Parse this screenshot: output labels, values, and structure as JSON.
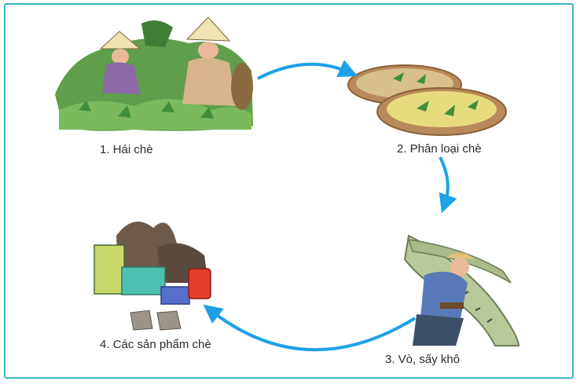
{
  "steps": [
    {
      "label": "1. Hái chè",
      "icon": "tea-picking-illustration"
    },
    {
      "label": "2. Phân loại chè",
      "icon": "tea-sorting-baskets-illustration"
    },
    {
      "label": "3. Vò, sấy khô",
      "icon": "tea-rolling-drying-illustration"
    },
    {
      "label": "4. Các sản phẩm chè",
      "icon": "tea-products-illustration"
    }
  ],
  "colors": {
    "border": "#36b6cc",
    "arrow": "#1da1e6"
  }
}
